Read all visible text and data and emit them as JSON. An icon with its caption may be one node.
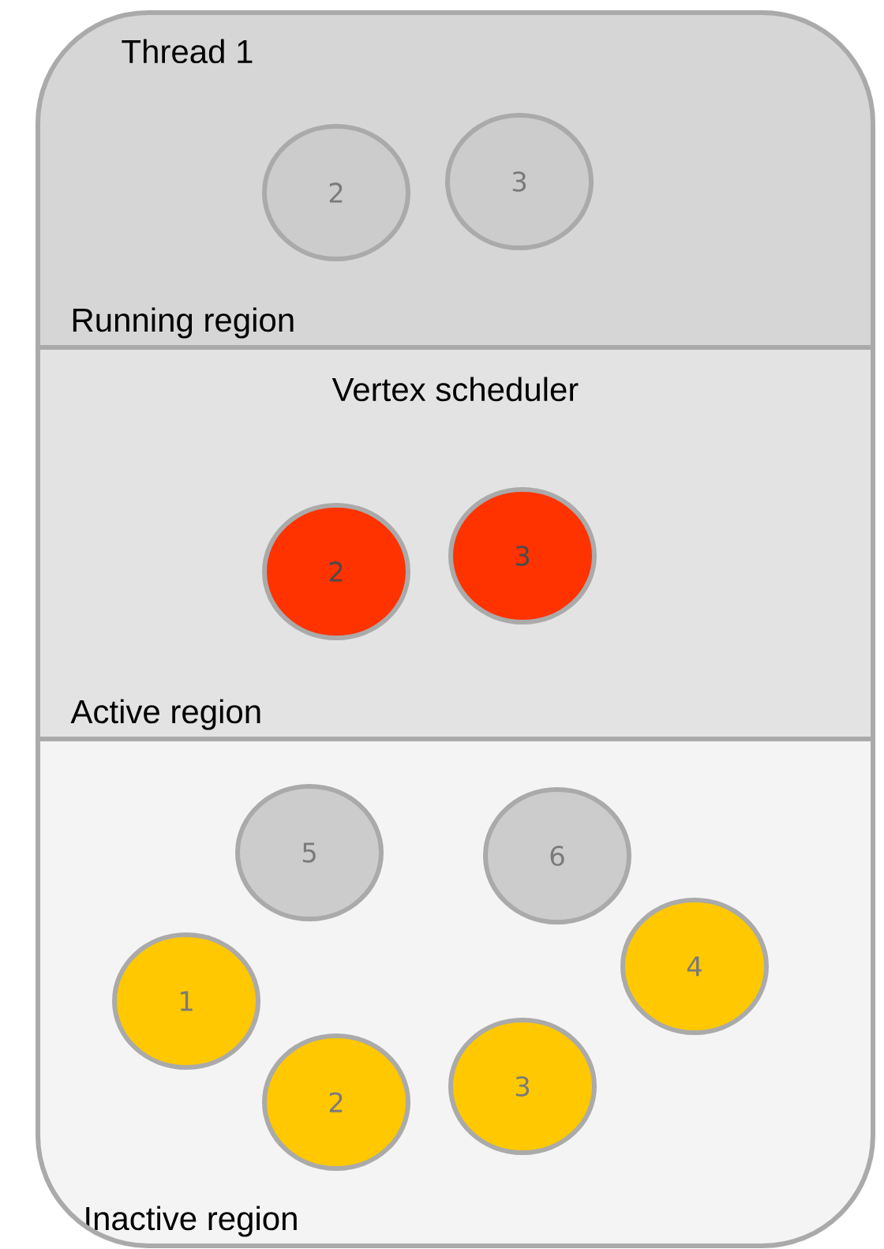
{
  "diagram": {
    "nodes": [
      {
        "text": [],
        "shape": "box"
      },
      {
        "text": [
          "Thread 1",
          "Running region"
        ],
        "in": 0
      },
      {
        "text": [
          "2"
        ],
        "in": 1
      },
      {
        "text": [
          "3"
        ],
        "in": 1
      },
      {
        "text": [
          "Vertex scheduler",
          "Active region"
        ],
        "in": 0
      },
      {
        "text": [
          "2"
        ],
        "in": 4
      },
      {
        "text": [
          "3"
        ],
        "in": 4
      },
      {
        "text": [
          "Inactive region"
        ],
        "in": 0
      },
      {
        "text": [
          "5"
        ],
        "in": 7
      },
      {
        "text": [
          "6"
        ],
        "in": 7
      },
      {
        "text": [
          "1"
        ],
        "in": 7
      },
      {
        "text": [
          "4"
        ],
        "in": 7
      },
      {
        "text": [
          "2"
        ],
        "in": 7
      },
      {
        "text": [
          "3"
        ],
        "in": 7
      }
    ]
  }
}
